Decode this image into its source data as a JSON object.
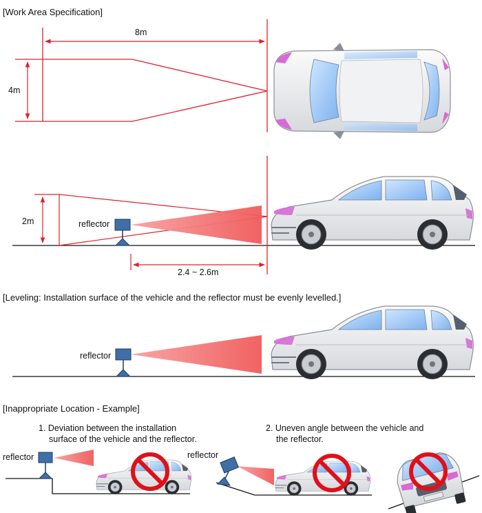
{
  "headers": {
    "work_area": "[Work Area Specification]",
    "leveling": "[Leveling: Installation surface of the vehicle and the reflector must be evenly levelled.]",
    "inappropriate": "[Inappropriate Location - Example]"
  },
  "dimensions": {
    "length": "8m",
    "width": "4m",
    "height": "2m",
    "distance": "2.4 ~ 2.6m"
  },
  "labels": {
    "reflector": "reflector"
  },
  "examples": [
    {
      "line1": "1. Deviation between the installation",
      "line2": "surface of the vehicle and the reflector."
    },
    {
      "line1": "2. Uneven angle between the vehicle and",
      "line2": "the reflector."
    }
  ],
  "colors": {
    "dimension_line": "#e0202a",
    "beam": "#f26b6b",
    "reflector": "#3f6fa6",
    "prohibited": "#e0101a"
  }
}
